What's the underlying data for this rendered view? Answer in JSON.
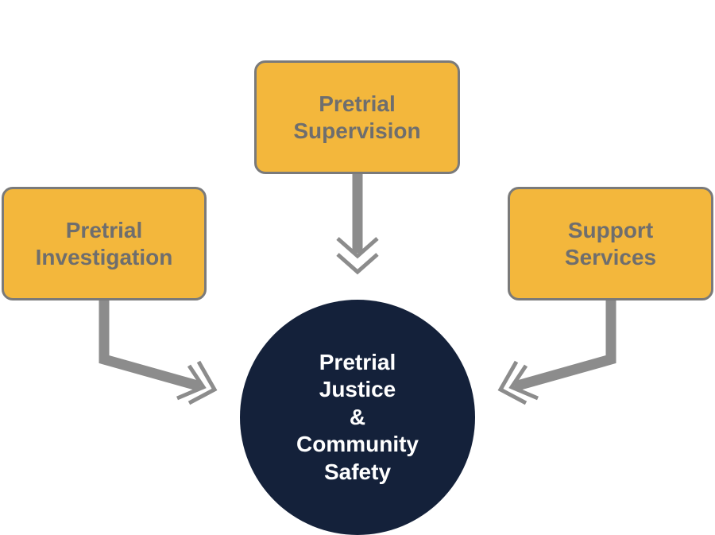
{
  "diagram": {
    "nodes": {
      "top": {
        "line1": "Pretrial",
        "line2": "Supervision"
      },
      "left": {
        "line1": "Pretrial",
        "line2": "Investigation"
      },
      "right": {
        "line1": "Support",
        "line2": "Services"
      },
      "center": {
        "line1": "Pretrial",
        "line2": "Justice",
        "line3": "&",
        "line4": "Community",
        "line5": "Safety"
      }
    },
    "edges": [
      {
        "from": "Pretrial Supervision",
        "to": "Pretrial Justice & Community Safety"
      },
      {
        "from": "Pretrial Investigation",
        "to": "Pretrial Justice & Community Safety"
      },
      {
        "from": "Support Services",
        "to": "Pretrial Justice & Community Safety"
      }
    ],
    "colors": {
      "box_fill": "#F3B73C",
      "box_border": "#7A7A7A",
      "box_text": "#6E6E6E",
      "hub_fill": "#14213A",
      "hub_text": "#FFFFFF",
      "arrow": "#8C8C8C"
    }
  }
}
